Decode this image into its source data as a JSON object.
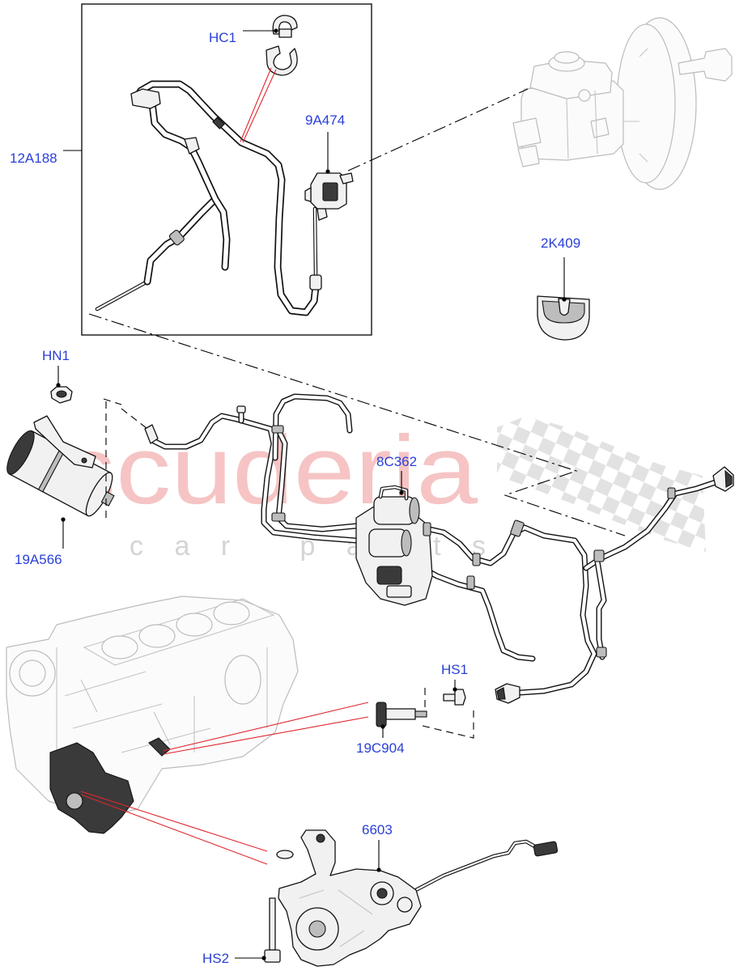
{
  "diagram": {
    "callouts": [
      "HC1",
      "12A188",
      "9A474",
      "2K409",
      "HN1",
      "8C362",
      "19A566",
      "HS1",
      "19C904",
      "6603",
      "HS2"
    ]
  },
  "watermark": {
    "brand": "scuderia",
    "tagline": "car parts"
  },
  "colors": {
    "callout_text": "#2a40d8",
    "reference_line": "#e0262e",
    "watermark_brand": "#f6c4c4",
    "watermark_tagline": "#d4d4d4",
    "checkered_flag": "#e2e2e2",
    "background": "#ffffff"
  }
}
